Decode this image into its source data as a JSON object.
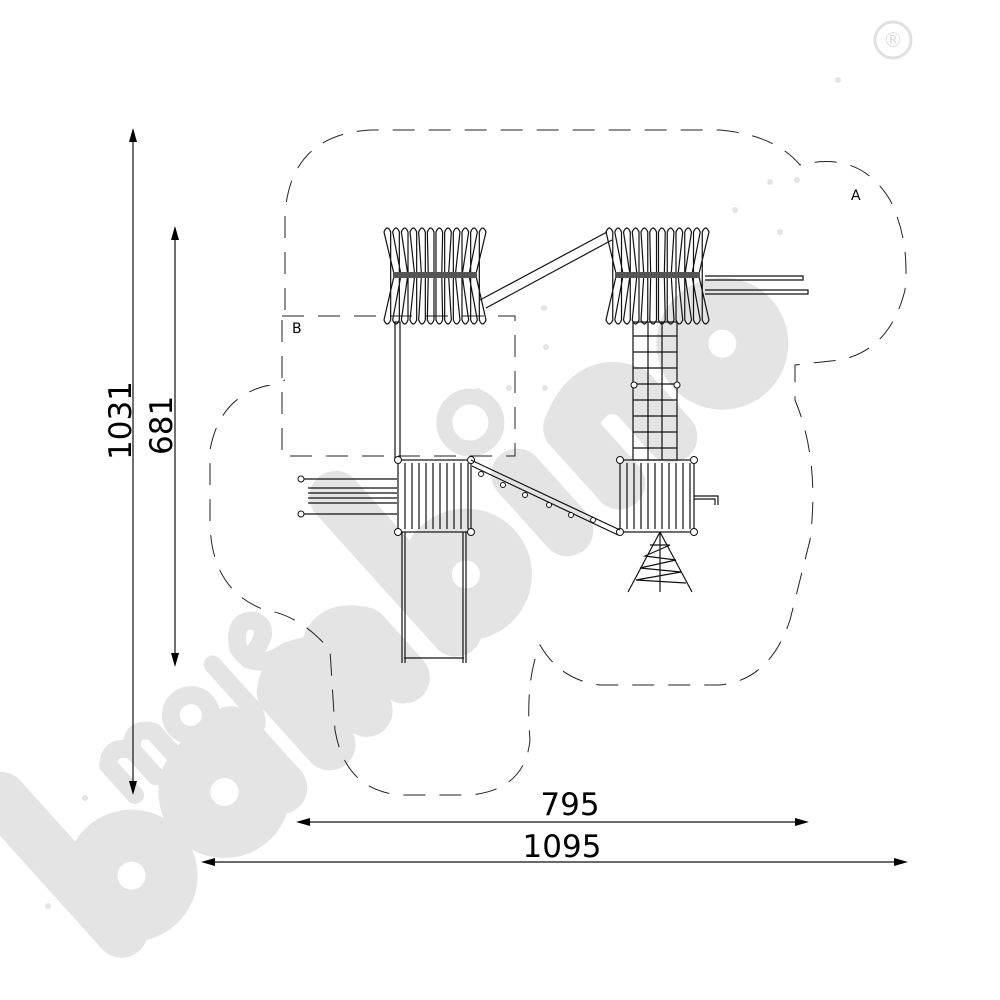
{
  "drawing": {
    "dimensions": {
      "total_depth": "1031",
      "structure_depth": "681",
      "structure_width": "795",
      "total_width": "1095"
    },
    "zone_labels": {
      "a": "A",
      "b": "B"
    },
    "watermark": {
      "line1": "moje",
      "line2": "bambino",
      "mark": "®"
    },
    "colors": {
      "line": "#111111",
      "watermark": "#e4e4e4"
    }
  }
}
